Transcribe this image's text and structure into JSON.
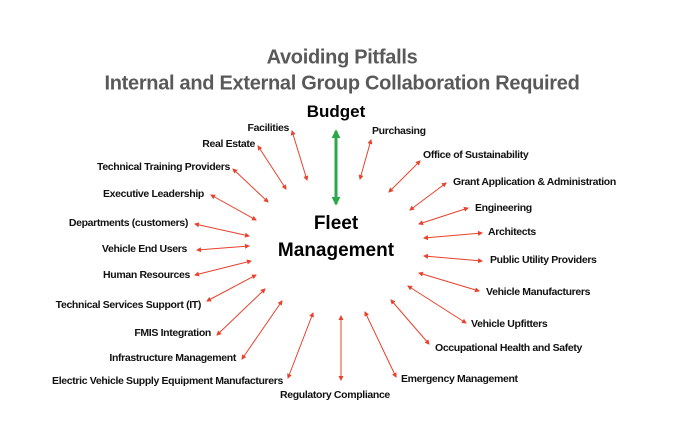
{
  "title": {
    "line1": "Avoiding Pitfalls",
    "line2": "Internal and External Group Collaboration Required"
  },
  "budget": "Budget",
  "center": {
    "line1": "Fleet",
    "line2": "Management"
  },
  "groups": [
    "Facilities",
    "Real Estate",
    "Technical Training Providers",
    "Executive Leadership",
    "Departments (customers)",
    "Vehicle End Users",
    "Human Resources",
    "Technical Services Support (IT)",
    "FMIS Integration",
    "Infrastructure Management",
    "Electric Vehicle Supply Equipment Manufacturers",
    "Regulatory Compliance",
    "Emergency Management",
    "Occupational Health and Safety",
    "Vehicle Upfitters",
    "Vehicle Manufacturers",
    "Public Utility Providers",
    "Architects",
    "Engineering",
    "Grant Application & Administration",
    "Office of Sustainability",
    "Purchasing"
  ],
  "colors": {
    "arrow": "#e8412c",
    "budget_arrow": "#2aa84a",
    "title": "#595959"
  }
}
